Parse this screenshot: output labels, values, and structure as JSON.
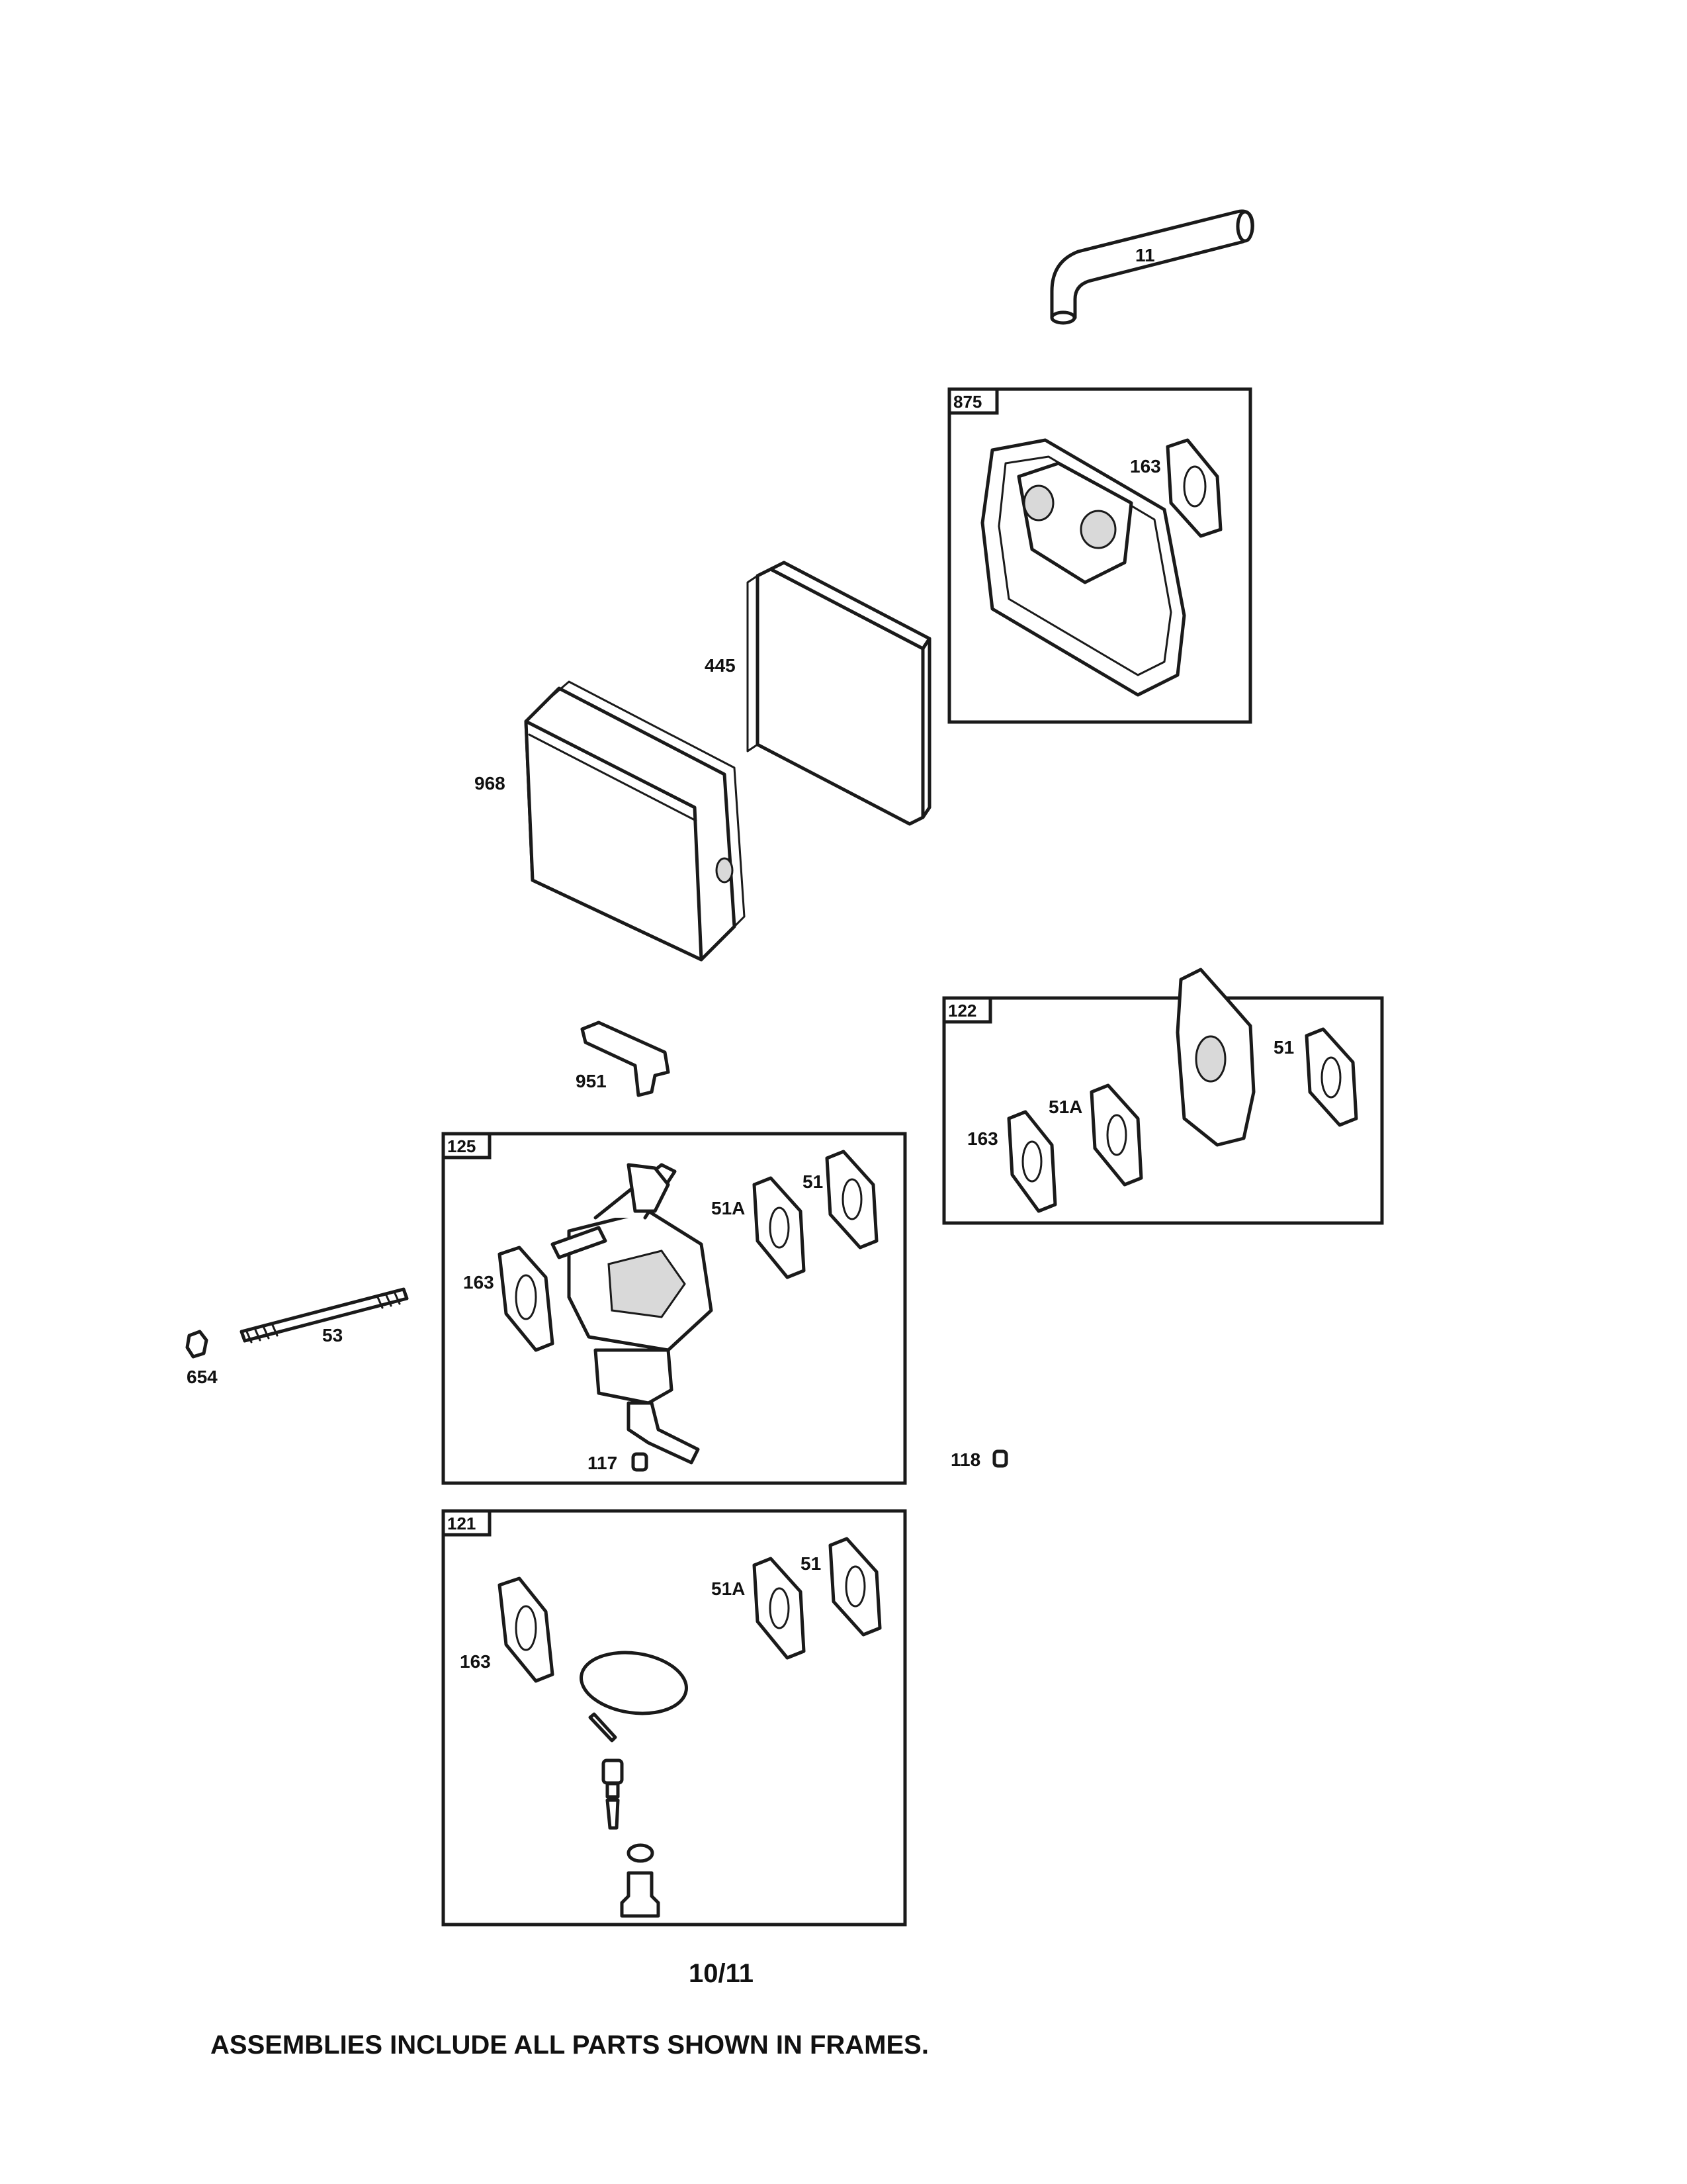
{
  "page_number": "10/11",
  "footnote": "ASSEMBLIES INCLUDE ALL PARTS SHOWN IN FRAMES.",
  "frames": {
    "f875": "875",
    "f122": "122",
    "f125": "125",
    "f121": "121"
  },
  "callouts": {
    "p11": "11",
    "p445": "445",
    "p968": "968",
    "p951": "951",
    "p875_163": "163",
    "p122_163": "163",
    "p122_51A": "51A",
    "p122_51": "51",
    "p125_163": "163",
    "p125_51A": "51A",
    "p125_51": "51",
    "p117": "117",
    "p118": "118",
    "p53": "53",
    "p654": "654",
    "p121_163": "163",
    "p121_51A": "51A",
    "p121_51": "51"
  }
}
